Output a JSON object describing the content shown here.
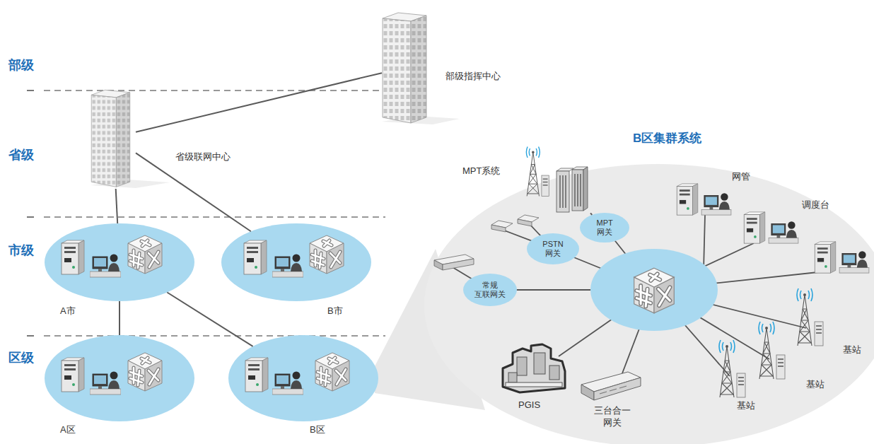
{
  "diagram": {
    "nodes": [
      {
        "text": [
          "部级指挥中心"
        ]
      },
      {
        "text": [
          "省级联网中心"
        ]
      },
      {
        "text": [
          "A市"
        ]
      },
      {
        "text": [
          "B市"
        ]
      },
      {
        "text": [
          "A区"
        ]
      },
      {
        "text": [
          "B区"
        ]
      },
      {
        "text": [
          "B区集群系统"
        ]
      },
      {
        "text": [
          "MPT系统"
        ],
        "in": 6
      },
      {
        "text": [
          "MPT 网关"
        ],
        "in": 6
      },
      {
        "text": [
          "PSTN 网关"
        ],
        "in": 6
      },
      {
        "text": [
          "常规 互联网关"
        ],
        "in": 6
      },
      {
        "text": [
          "网管"
        ],
        "in": 6
      },
      {
        "text": [
          "调度台"
        ],
        "in": 6
      },
      {
        "text": [
          "PGIS"
        ],
        "in": 6
      },
      {
        "text": [
          "三台合一 网关"
        ],
        "in": 6
      },
      {
        "text": [
          "基站"
        ],
        "in": 6
      },
      {
        "text": [
          "基站"
        ],
        "in": 6
      },
      {
        "text": [
          "基站"
        ],
        "in": 6
      }
    ],
    "edges": [
      {
        "from": 1,
        "to": 0,
        "arrow": "none"
      },
      {
        "from": 1,
        "to": 2,
        "arrow": "none"
      },
      {
        "from": 1,
        "to": 3,
        "arrow": "none"
      },
      {
        "from": 2,
        "to": 4,
        "arrow": "none"
      },
      {
        "from": 2,
        "to": 5,
        "arrow": "none"
      },
      {
        "from": 7,
        "to": 8,
        "arrow": "none"
      }
    ],
    "labels": [
      "部级",
      "省级",
      "市级",
      "区级"
    ]
  }
}
